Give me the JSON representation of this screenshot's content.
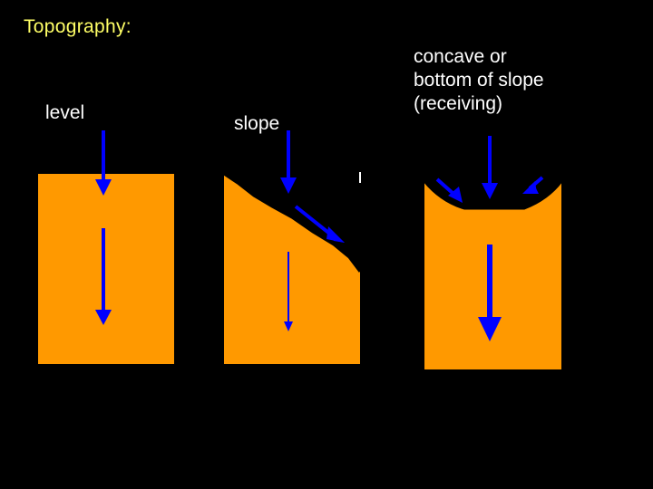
{
  "slide": {
    "title": "Topography:"
  },
  "panels": {
    "level": {
      "label": "level"
    },
    "slope": {
      "label": "slope"
    },
    "concave": {
      "label_lines": [
        "concave or",
        "bottom of slope",
        "(receiving)"
      ]
    }
  },
  "colors": {
    "background": "#000000",
    "title": "#FFFF66",
    "label": "#FFFFFF",
    "soil": "#FF9900",
    "arrow": "#0000FF"
  }
}
